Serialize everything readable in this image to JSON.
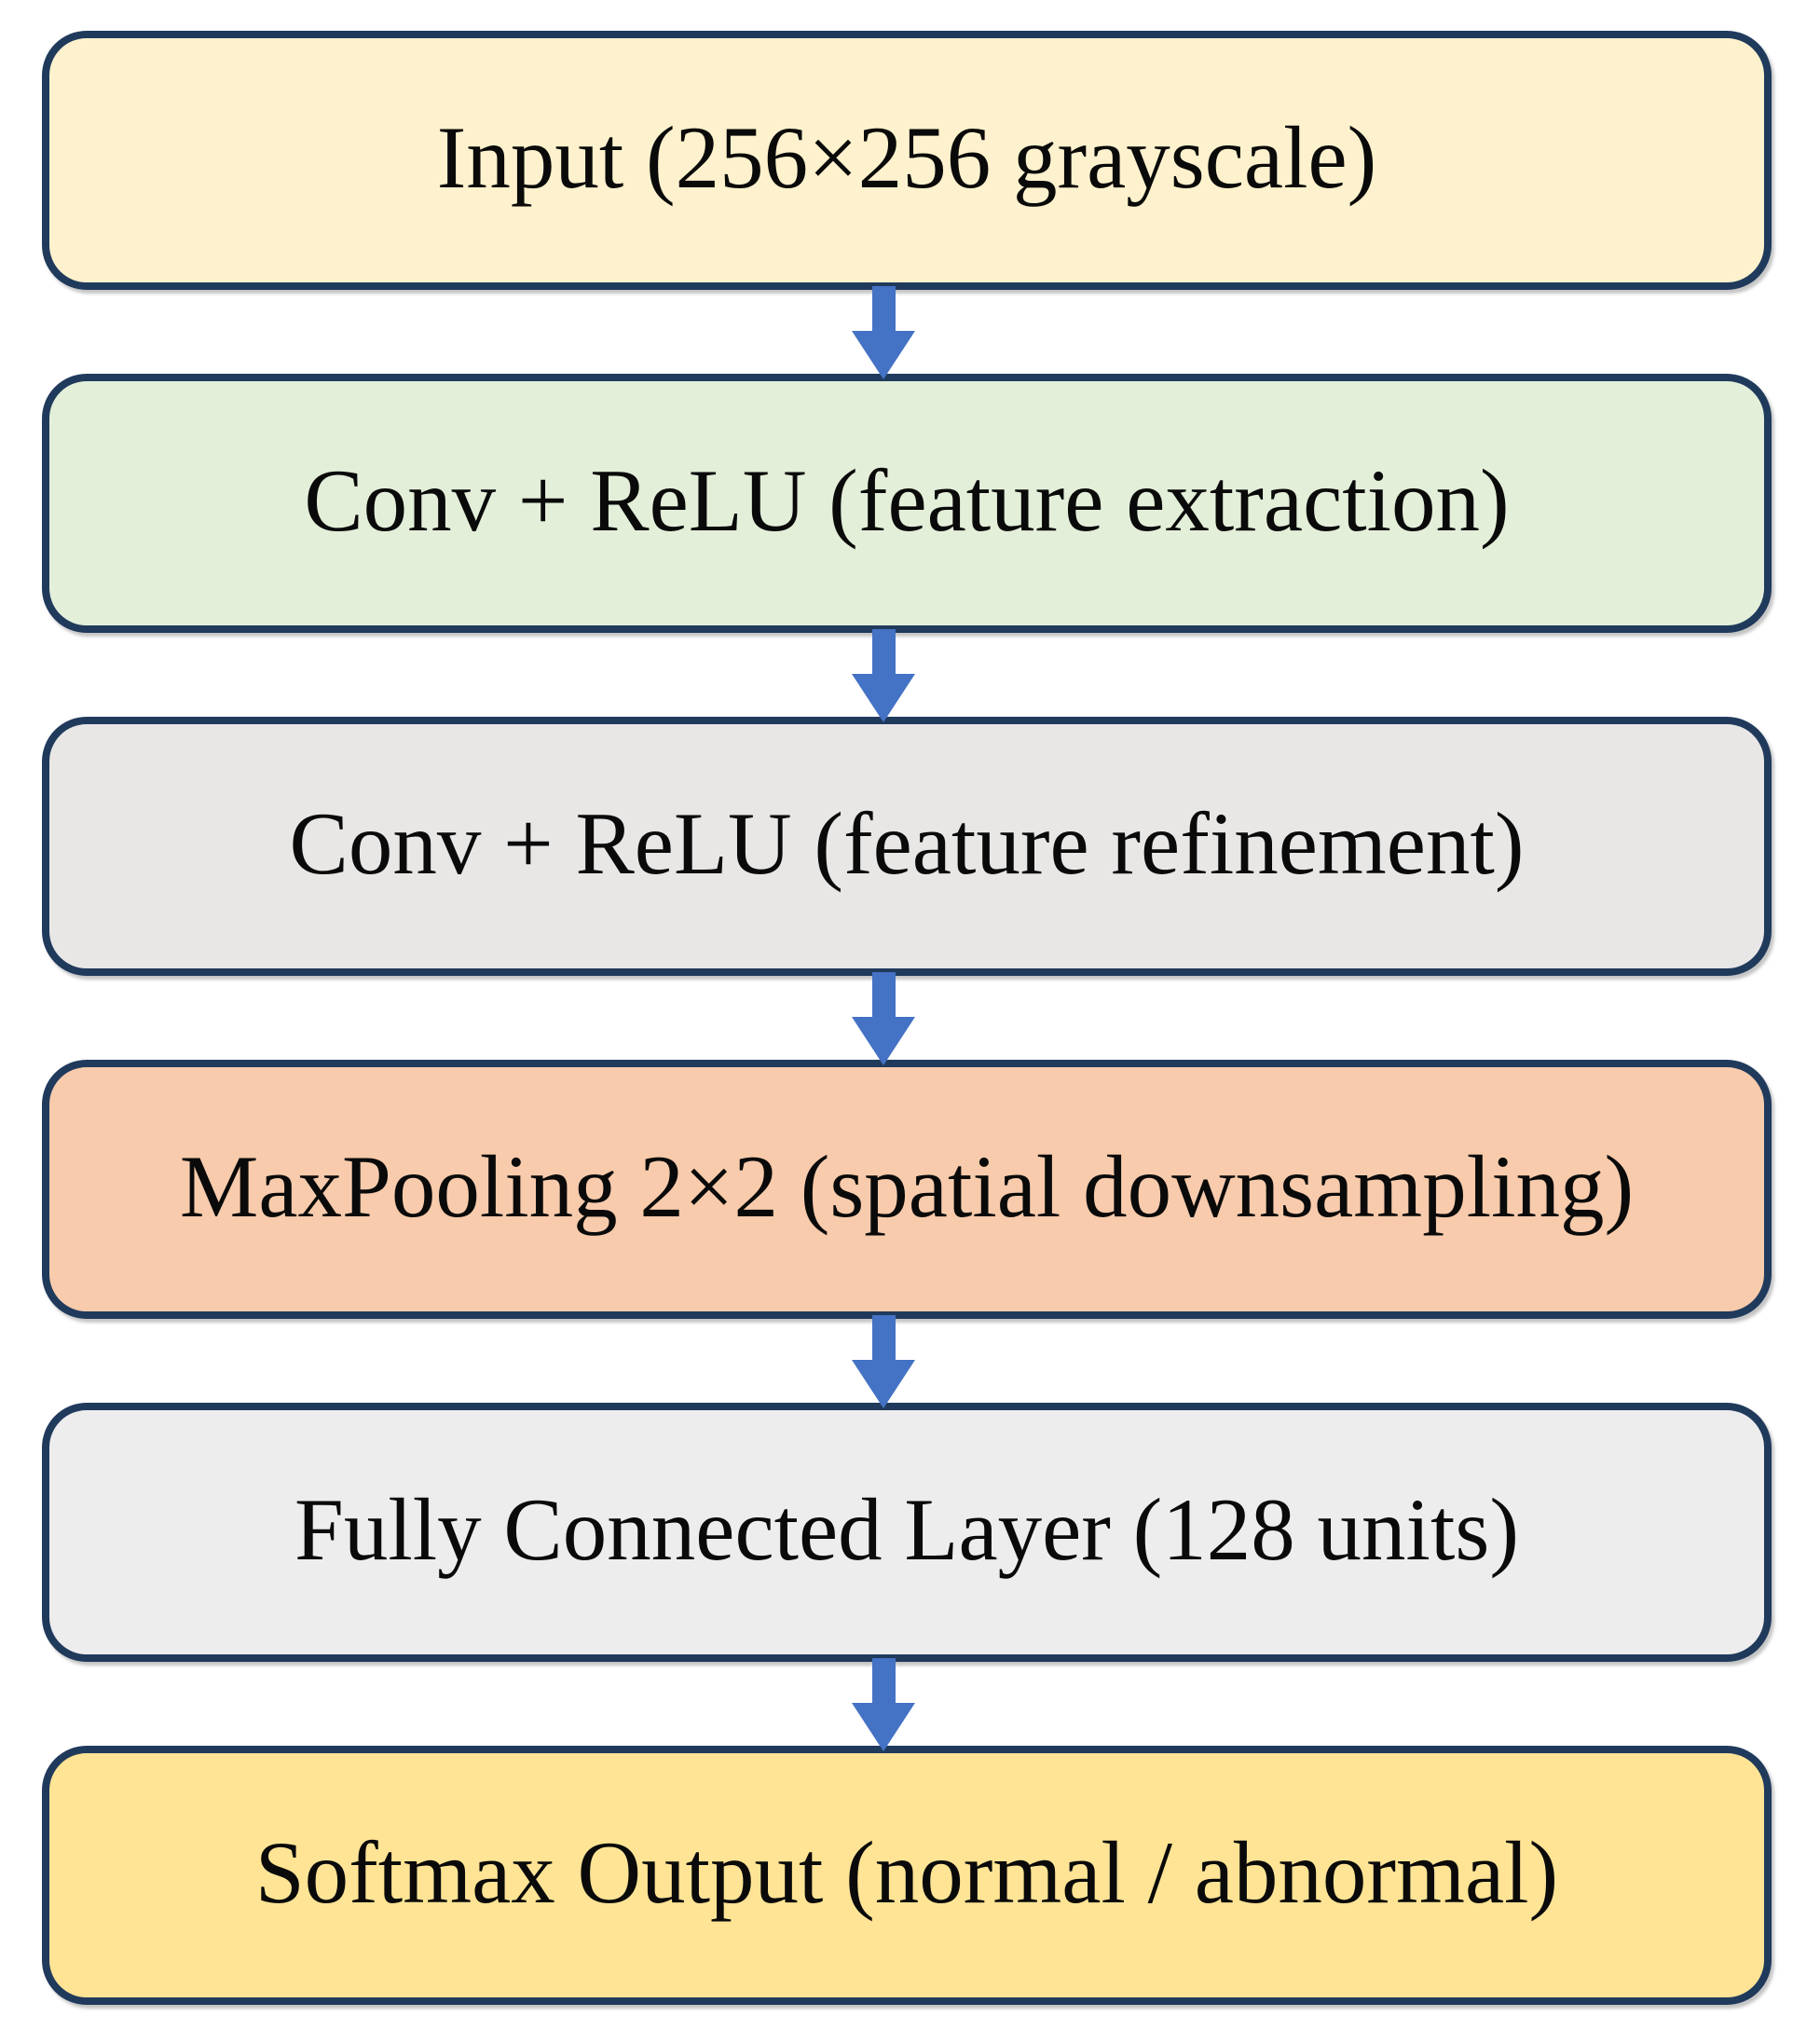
{
  "diagram": {
    "type": "flowchart",
    "direction": "top-down",
    "description": "CNN architecture pipeline",
    "nodes": [
      {
        "id": "input",
        "label": "Input (256×256 grayscale)",
        "fill": "#fdf2cd"
      },
      {
        "id": "conv1",
        "label": "Conv + ReLU (feature extraction)",
        "fill": "#e3efd9"
      },
      {
        "id": "conv2",
        "label": "Conv + ReLU (feature refinement)",
        "fill": "#e8e7e6"
      },
      {
        "id": "maxpool",
        "label": "MaxPooling 2×2 (spatial downsampling)",
        "fill": "#f7cbac"
      },
      {
        "id": "fc",
        "label": "Fully Connected Layer (128 units)",
        "fill": "#ededed"
      },
      {
        "id": "softmax",
        "label": "Softmax Output (normal / abnormal)",
        "fill": "#ffe495"
      }
    ],
    "edges": [
      {
        "from": "input",
        "to": "conv1"
      },
      {
        "from": "conv1",
        "to": "conv2"
      },
      {
        "from": "conv2",
        "to": "maxpool"
      },
      {
        "from": "maxpool",
        "to": "fc"
      },
      {
        "from": "fc",
        "to": "softmax"
      }
    ],
    "colors": {
      "node_border": "#203a5c",
      "arrow": "#4472c4",
      "text": "#0a0a0a",
      "background": "#ffffff"
    }
  }
}
